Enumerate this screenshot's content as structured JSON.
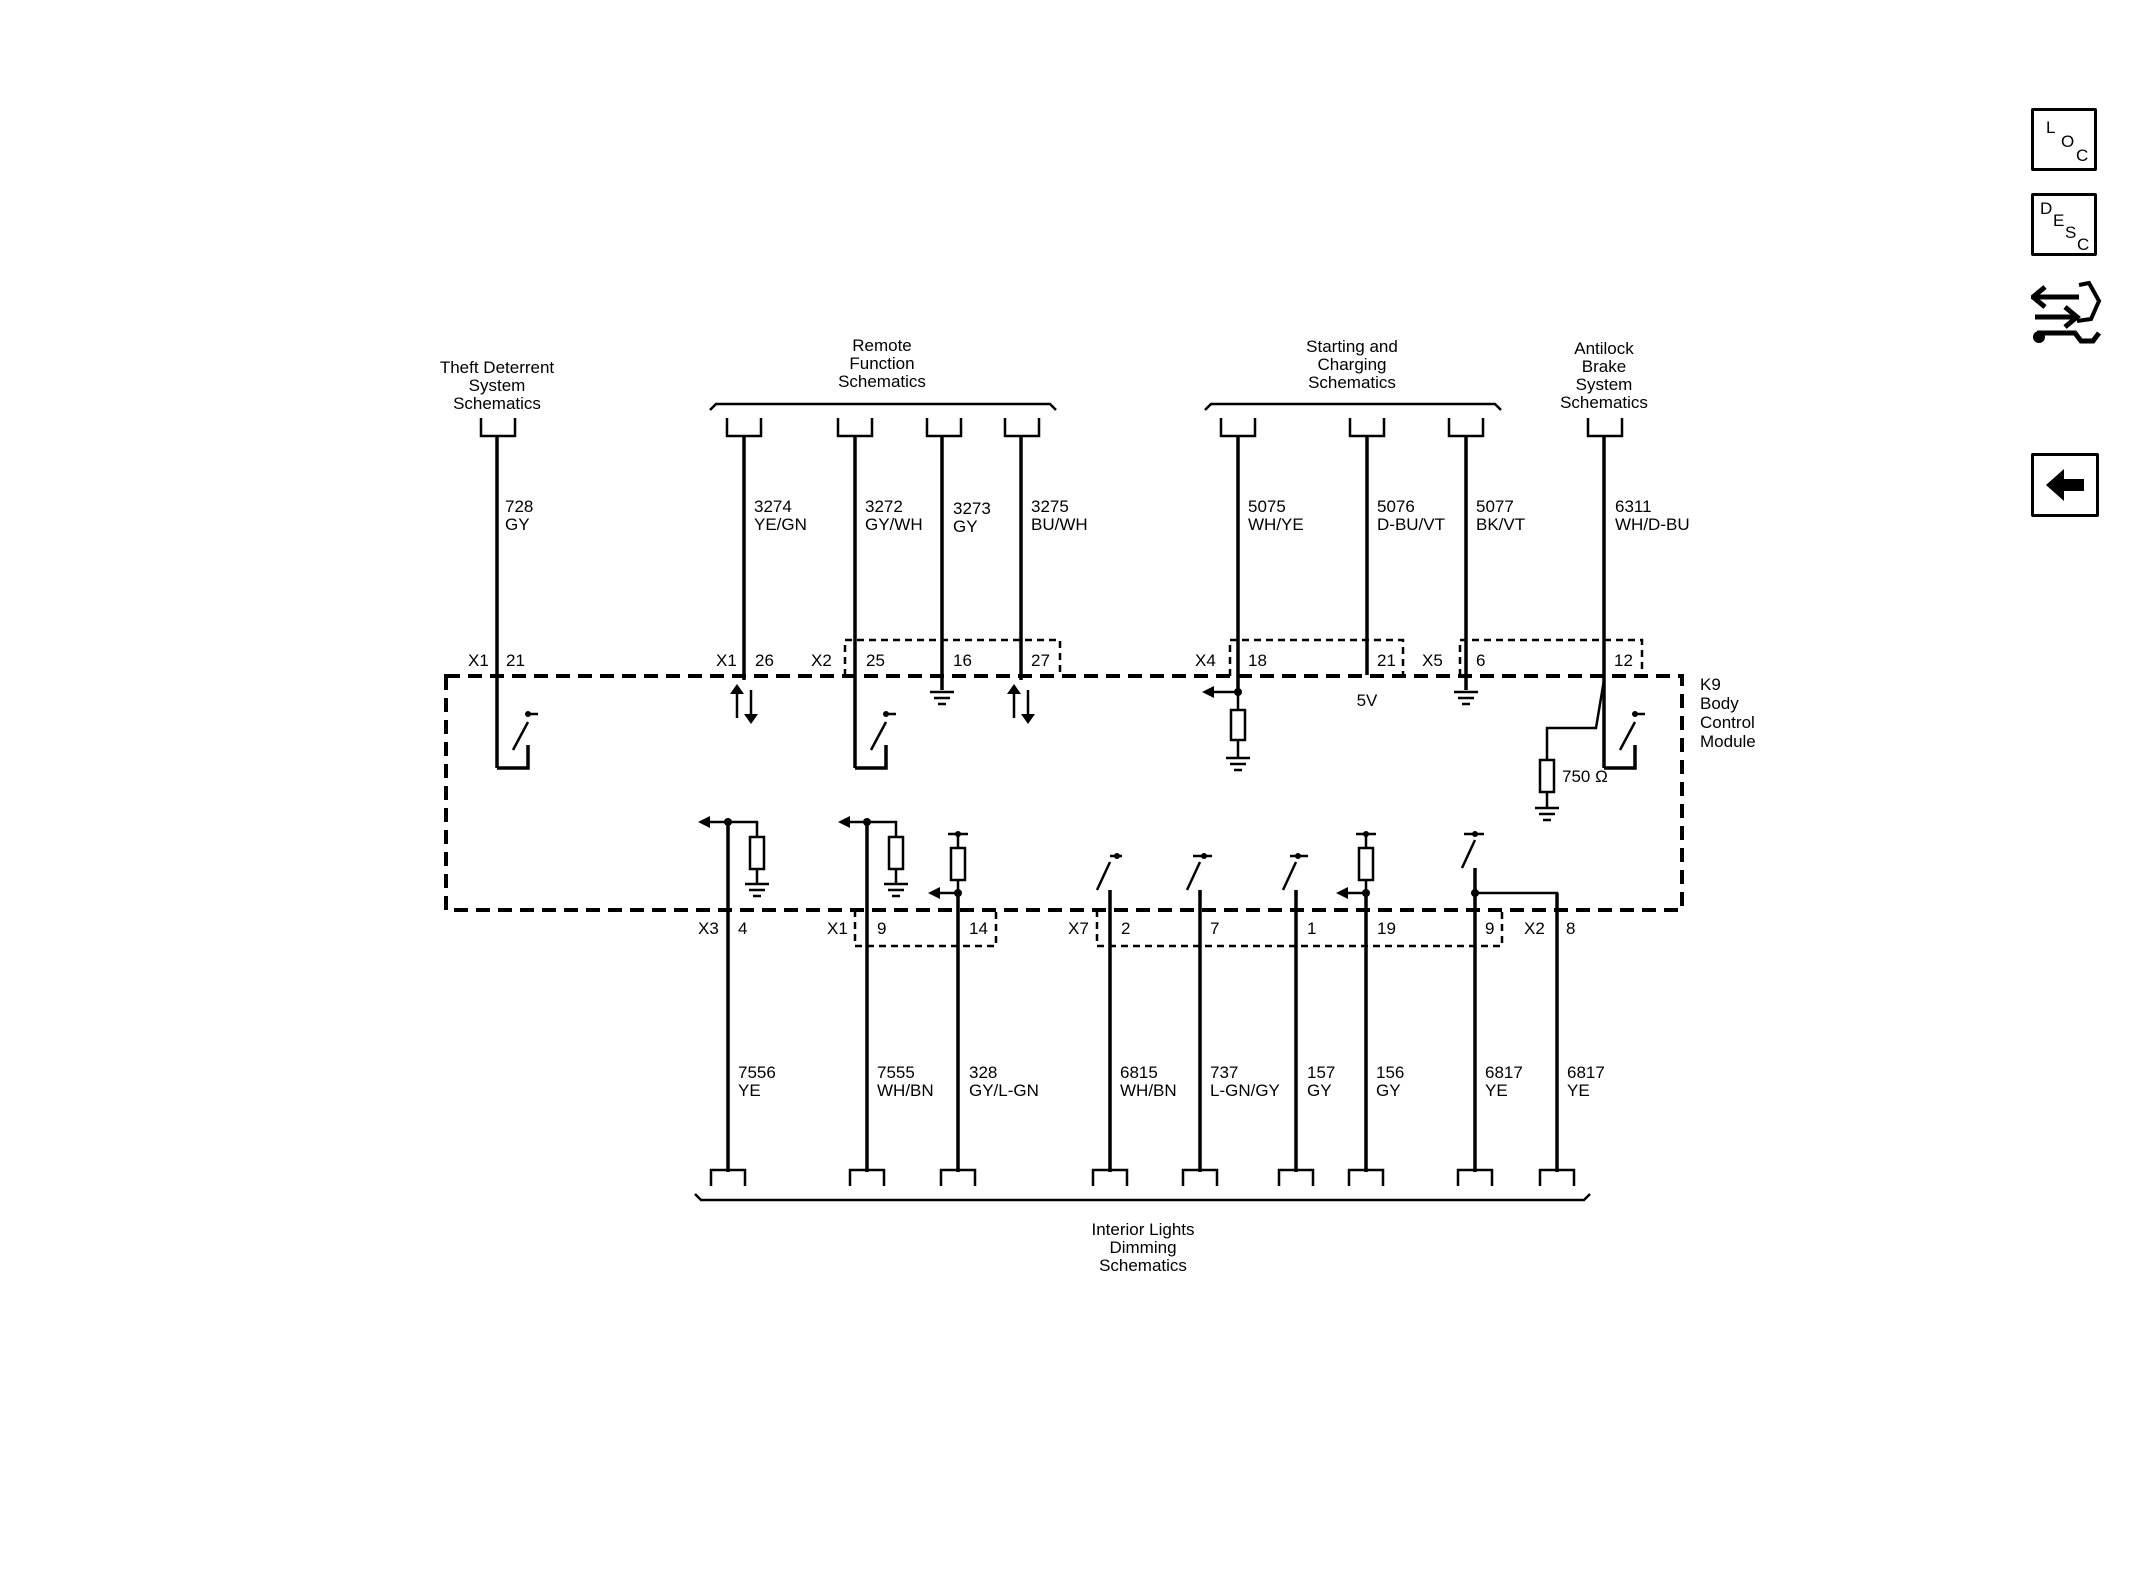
{
  "module": {
    "id": "K9",
    "line1": "Body",
    "line2": "Control",
    "line3": "Module"
  },
  "top_groups": [
    {
      "lines": [
        "Theft Deterrent",
        "System",
        "Schematics"
      ]
    },
    {
      "lines": [
        "Remote",
        "Function",
        "Schematics"
      ]
    },
    {
      "lines": [
        "Starting and",
        "Charging",
        "Schematics"
      ]
    },
    {
      "lines": [
        "Antilock",
        "Brake",
        "System",
        "Schematics"
      ]
    }
  ],
  "bottom_group": {
    "lines": [
      "Interior Lights",
      "Dimming",
      "Schematics"
    ]
  },
  "top_wires": [
    {
      "circuit": "728",
      "color": "GY",
      "connector": "X1",
      "pin": "21"
    },
    {
      "circuit": "3274",
      "color": "YE/GN",
      "connector": "X1",
      "pin": "26"
    },
    {
      "circuit": "3272",
      "color": "GY/WH",
      "connector": "X2",
      "pin": "25"
    },
    {
      "circuit": "3273",
      "color": "GY",
      "connector": "",
      "pin": "16"
    },
    {
      "circuit": "3275",
      "color": "BU/WH",
      "connector": "",
      "pin": "27"
    },
    {
      "circuit": "5075",
      "color": "WH/YE",
      "connector": "X4",
      "pin": "18"
    },
    {
      "circuit": "5076",
      "color": "D-BU/VT",
      "connector": "",
      "pin": "21"
    },
    {
      "circuit": "5077",
      "color": "BK/VT",
      "connector": "X5",
      "pin": "6"
    },
    {
      "circuit": "6311",
      "color": "WH/D-BU",
      "connector": "",
      "pin": "12"
    }
  ],
  "bottom_wires": [
    {
      "circuit": "7556",
      "color": "YE",
      "connector": "X3",
      "pin": "4"
    },
    {
      "circuit": "7555",
      "color": "WH/BN",
      "connector": "X1",
      "pin": "9"
    },
    {
      "circuit": "328",
      "color": "GY/L-GN",
      "connector": "",
      "pin": "14"
    },
    {
      "circuit": "6815",
      "color": "WH/BN",
      "connector": "X7",
      "pin": "2"
    },
    {
      "circuit": "737",
      "color": "L-GN/GY",
      "connector": "",
      "pin": "7"
    },
    {
      "circuit": "157",
      "color": "GY",
      "connector": "",
      "pin": "1"
    },
    {
      "circuit": "156",
      "color": "GY",
      "connector": "",
      "pin": "19"
    },
    {
      "circuit": "6817",
      "color": "YE",
      "connector": "",
      "pin": "9"
    },
    {
      "circuit": "6817",
      "color": "YE",
      "connector": "X2",
      "pin": "8"
    }
  ],
  "labels": {
    "reference_voltage": "5V",
    "resistor_value": "750 Ω"
  },
  "side_buttons": {
    "loc": [
      "L",
      "O",
      "C"
    ],
    "desc": [
      "D",
      "E",
      "S",
      "C"
    ],
    "connector_icon": "connector-repair-icon",
    "back_icon": "back-arrow-icon"
  }
}
